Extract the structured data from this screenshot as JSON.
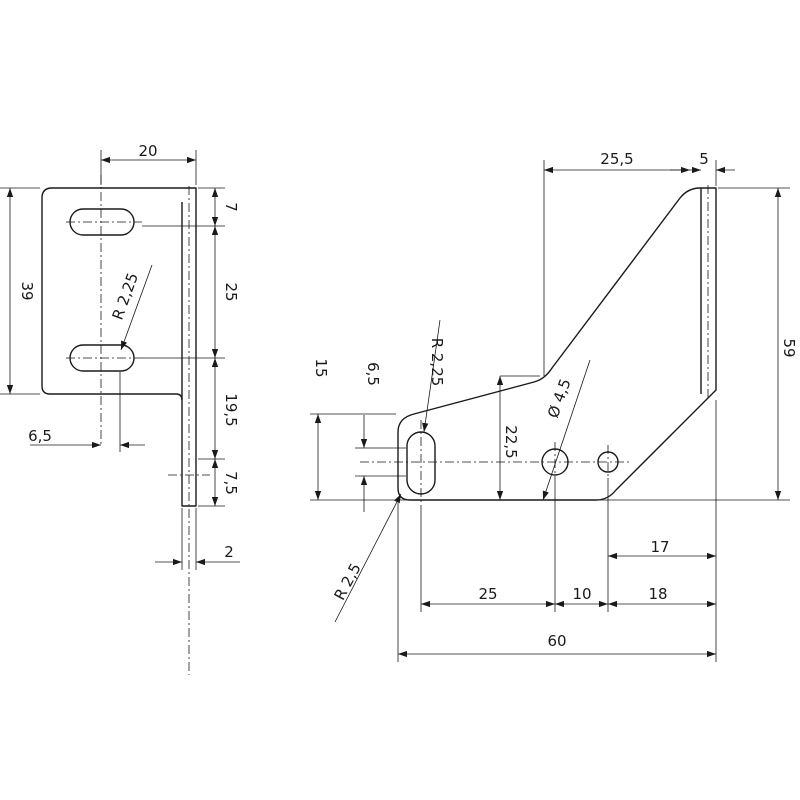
{
  "side_view": {
    "width": "20",
    "height": "39",
    "slot_top_offset": "7",
    "slot_spacing": "25",
    "tab_length": "19,5",
    "tab_hole_offset": "7,5",
    "thickness": "2",
    "slot_offset": "6,5",
    "slot_radius": "R 2,25"
  },
  "front_view": {
    "top_width": "25,5",
    "edge_width": "5",
    "total_height": "59",
    "lower_height": "15",
    "slot_length": "6,5",
    "slot_radius": "R 2,25",
    "step_height": "22,5",
    "hole_diameter": "Ø 4,5",
    "corner_radius": "R 2,5",
    "hole_offset_right": "17",
    "slot_to_hole": "25",
    "hole_spacing": "10",
    "hole_to_edge": "18",
    "total_width": "60"
  }
}
